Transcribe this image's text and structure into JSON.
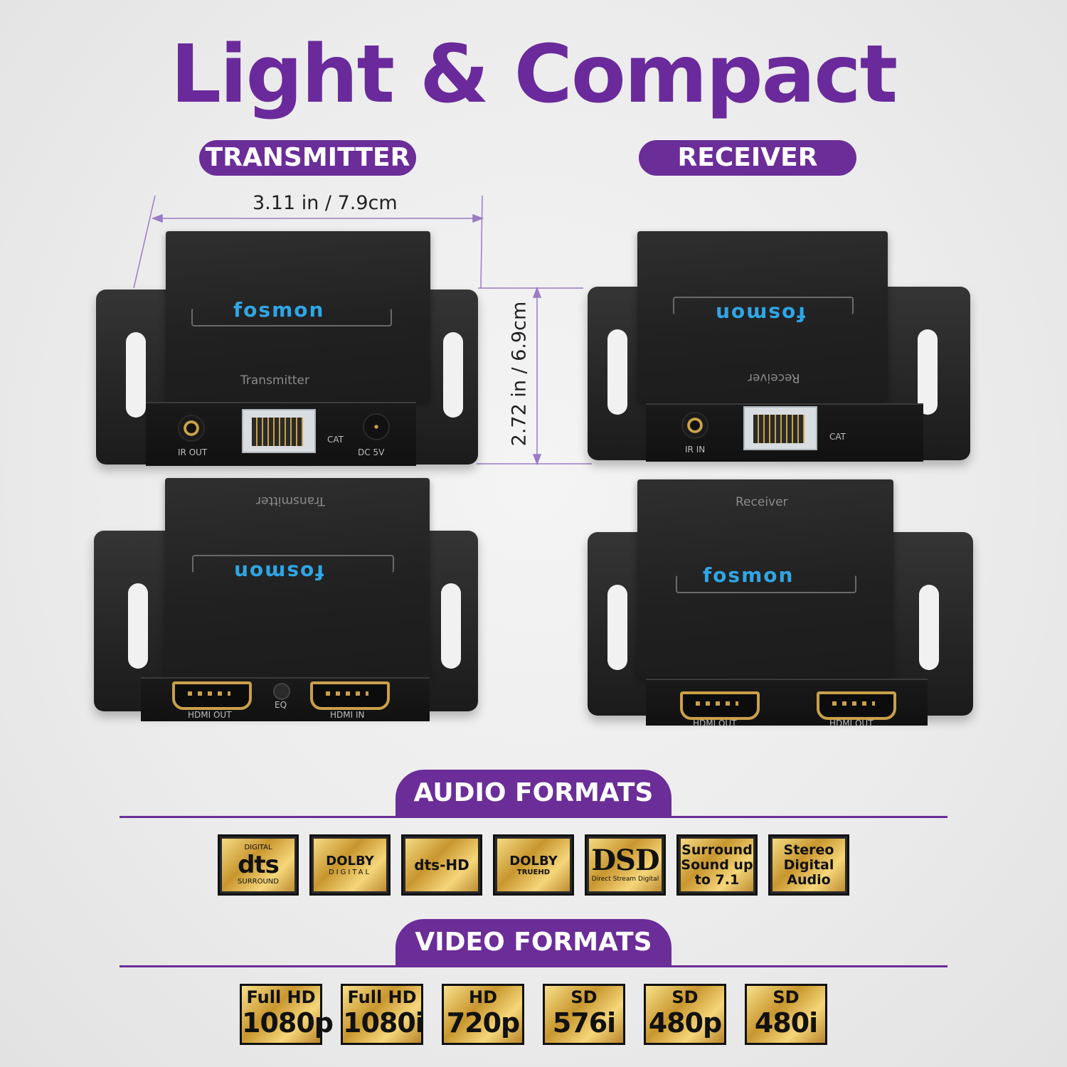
{
  "title": "Light & Compact",
  "labels": {
    "transmitter": "TRANSMITTER",
    "receiver": "RECEIVER"
  },
  "dimensions": {
    "width": "3.11 in / 7.9cm",
    "height": "2.72 in / 6.9cm"
  },
  "brand": "fosmon",
  "devices": {
    "transmitter_top": {
      "name": "Transmitter",
      "ports": [
        "IR OUT",
        "CAT",
        "DC 5V"
      ]
    },
    "receiver_top": {
      "name": "Receiver",
      "ports": [
        "IR IN",
        "CAT"
      ]
    },
    "transmitter_bottom": {
      "name": "Transmitter",
      "ports": [
        "HDMI OUT",
        "EQ",
        "HDMI IN"
      ]
    },
    "receiver_bottom": {
      "name": "Receiver",
      "ports": [
        "HDMI OUT",
        "HDMI OUT"
      ]
    }
  },
  "audio": {
    "heading": "AUDIO FORMATS",
    "badges": [
      {
        "top": "DIGITAL",
        "main": "dts",
        "bottom": "SURROUND"
      },
      {
        "main": "DOLBY",
        "bottom": "DIGITAL"
      },
      {
        "main": "dts-HD"
      },
      {
        "main": "DOLBY",
        "bottom": "TRUEHD"
      },
      {
        "main": "DSD",
        "bottom": "Direct Stream Digital"
      },
      {
        "main": "Surround Sound up to 7.1"
      },
      {
        "main": "Stereo Digital Audio"
      }
    ]
  },
  "video": {
    "heading": "VIDEO FORMATS",
    "badges": [
      {
        "top": "Full HD",
        "bottom": "1080p"
      },
      {
        "top": "Full HD",
        "bottom": "1080i"
      },
      {
        "top": "HD",
        "bottom": "720p"
      },
      {
        "top": "SD",
        "bottom": "576i"
      },
      {
        "top": "SD",
        "bottom": "480p"
      },
      {
        "top": "SD",
        "bottom": "480i"
      }
    ]
  },
  "colors": {
    "accent": "#6b2d98",
    "logo": "#2fa6e6",
    "gold": "#c8962e"
  }
}
